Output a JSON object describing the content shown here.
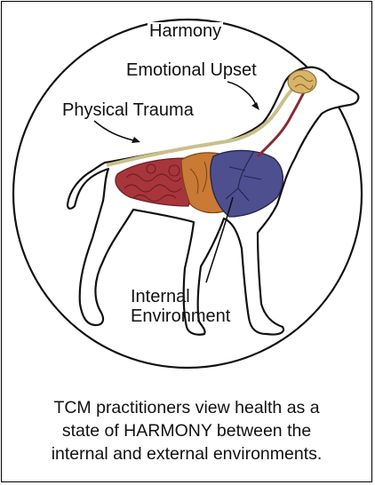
{
  "labels": {
    "harmony": "Harmony",
    "emotional_upset": "Emotional Upset",
    "physical_trauma": "Physical Trauma",
    "internal_line1": "Internal",
    "internal_line2": "Environment"
  },
  "caption": {
    "line1": "TCM practitioners view health as a",
    "line2": "state of HARMONY between the",
    "line3": "internal and external environments."
  },
  "colors": {
    "brain": "#d8b46a",
    "heart_liver": "#c97a35",
    "lungs": "#4d4f8f",
    "intestines": "#a8353c",
    "vessel": "#8a2a2e",
    "nerve": "#c9c08a"
  }
}
